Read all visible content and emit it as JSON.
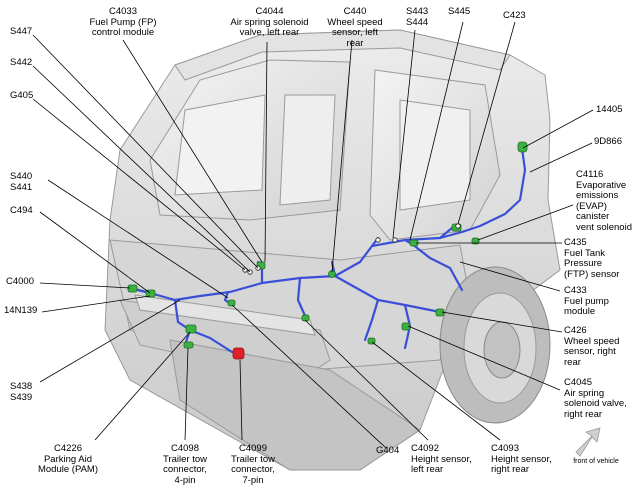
{
  "colors": {
    "harness": "#3a4fd8",
    "connector": "#3cb043",
    "connector_red": "#e0202a",
    "vehicle": "#dcdcdc",
    "vehicle_dark": "#a8a8a8",
    "leader": "#000000"
  },
  "labels": {
    "c4033": "C4033\nFuel Pump (FP)\ncontrol module",
    "c4044": "C4044\nAir spring solenoid\nvalve, left rear",
    "c440": "C440\nWheel speed\nsensor, left rear",
    "s443": "S443\nS444",
    "s445": "S445",
    "c423": "C423",
    "s447": "S447",
    "s442": "S442",
    "g405": "G405",
    "s440": "S440\nS441",
    "c494": "C494",
    "c4000": "C4000",
    "n14n139": "14N139",
    "s438": "S438\nS439",
    "c4226": "C4226\nParking Aid\nModule (PAM)",
    "c4098": "C4098\nTrailer tow\nconnector,\n4-pin",
    "c4099": "C4099\nTrailer tow\nconnector,\n7-pin",
    "g404": "G404",
    "c4092": "C4092\nHeight sensor,\nleft rear",
    "c4093": "C4093\nHeight sensor,\nright rear",
    "n14405": "14405",
    "n9d866": "9D866",
    "c4116": "C4116\nEvaporative\nemissions\n(EVAP)\ncanister\nvent solenoid",
    "c435": "C435\nFuel Tank\nPressure\n(FTP) sensor",
    "c433": "C433\nFuel pump\nmodule",
    "c426": "C426\nWheel speed\nsensor, right\nrear",
    "c4045": "C4045\nAir spring\nsolenoid valve,\nright rear",
    "front_of_vehicle": "front of vehicle"
  }
}
